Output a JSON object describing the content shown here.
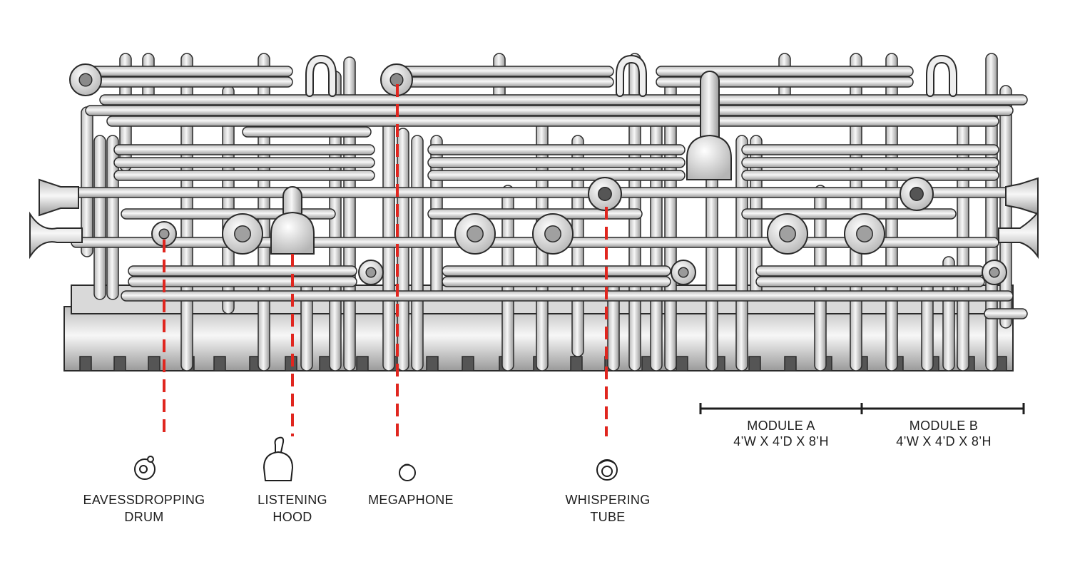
{
  "callouts": [
    {
      "id": "drum",
      "icon": "eavesdropping-drum-icon",
      "line1": "EAVESSDROPPING",
      "line2": "DRUM"
    },
    {
      "id": "hood",
      "icon": "listening-hood-icon",
      "line1": "LISTENING",
      "line2": "HOOD"
    },
    {
      "id": "megaphone",
      "icon": "megaphone-icon",
      "line1": "MEGAPHONE",
      "line2": ""
    },
    {
      "id": "tube",
      "icon": "whispering-tube-icon",
      "line1": "WHISPERING",
      "line2": "TUBE"
    }
  ],
  "modules": [
    {
      "name": "MODULE A",
      "dims": "4’W X 4’D X 8’H"
    },
    {
      "name": "MODULE B",
      "dims": "4’W X 4’D X 8’H"
    }
  ],
  "colors": {
    "pipe_fill": "#e9e9e9",
    "pipe_stroke": "#2a2a2a",
    "callout": "#e0261f",
    "ink": "#1e1e1e"
  }
}
